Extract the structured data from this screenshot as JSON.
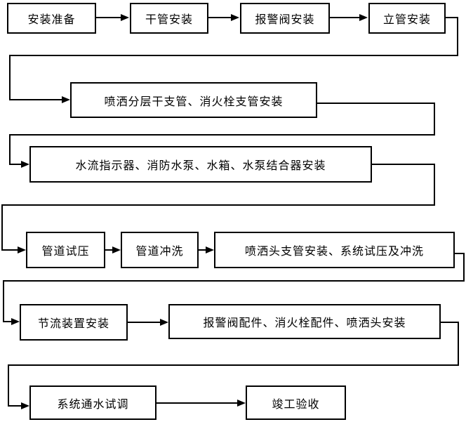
{
  "diagram": {
    "type": "flowchart",
    "background_color": "#ffffff",
    "line_color": "#000000",
    "box_border_color": "#000000",
    "steps": [
      {
        "id": 1,
        "label": "安装准备"
      },
      {
        "id": 2,
        "label": "干管安装"
      },
      {
        "id": 3,
        "label": "报警阀安装"
      },
      {
        "id": 4,
        "label": "立管安装"
      },
      {
        "id": 5,
        "label": "喷洒分层干支管、消火栓支管安装"
      },
      {
        "id": 6,
        "label": "水流指示器、消防水泵、水箱、水泵结合器安装"
      },
      {
        "id": 7,
        "label": "管道试压"
      },
      {
        "id": 8,
        "label": "管道冲洗"
      },
      {
        "id": 9,
        "label": "喷洒头支管安装、系统试压及冲洗"
      },
      {
        "id": 10,
        "label": "节流装置安装"
      },
      {
        "id": 11,
        "label": "报警阀配件、消火栓配件、喷洒头安装"
      },
      {
        "id": 12,
        "label": "系统通水试调"
      },
      {
        "id": 13,
        "label": "竣工验收"
      }
    ],
    "sequence": [
      "安装准备",
      "干管安装",
      "报警阀安装",
      "立管安装",
      "喷洒分层干支管、消火栓支管安装",
      "水流指示器、消防水泵、水箱、水泵结合器安装",
      "管道试压",
      "管道冲洗",
      "喷洒头支管安装、系统试压及冲洗",
      "节流装置安装",
      "报警阀配件、消火栓配件、喷洒头安装",
      "系统通水试调",
      "竣工验收"
    ]
  }
}
